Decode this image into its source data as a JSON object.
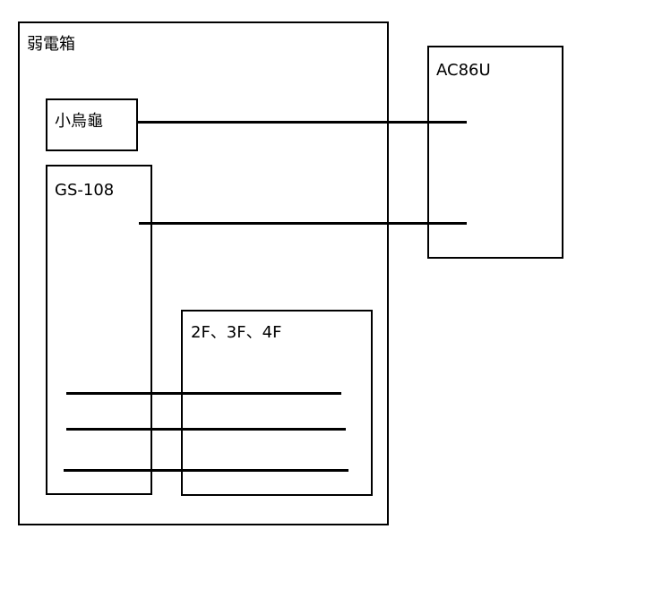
{
  "diagram": {
    "nodes": {
      "cabinet": {
        "label": "弱電箱"
      },
      "router": {
        "label": "AC86U"
      },
      "modem": {
        "label": "小烏龜"
      },
      "switch": {
        "label": "GS-108"
      },
      "floors": {
        "label": "2F、3F、4F"
      }
    },
    "edges": [
      {
        "from": "modem",
        "to": "router"
      },
      {
        "from": "switch",
        "to": "router"
      },
      {
        "from": "switch",
        "to": "floors"
      },
      {
        "from": "switch",
        "to": "floors"
      },
      {
        "from": "switch",
        "to": "floors"
      }
    ],
    "colors": {
      "stroke": "#000000",
      "background": "#ffffff",
      "text": "#000000"
    }
  }
}
